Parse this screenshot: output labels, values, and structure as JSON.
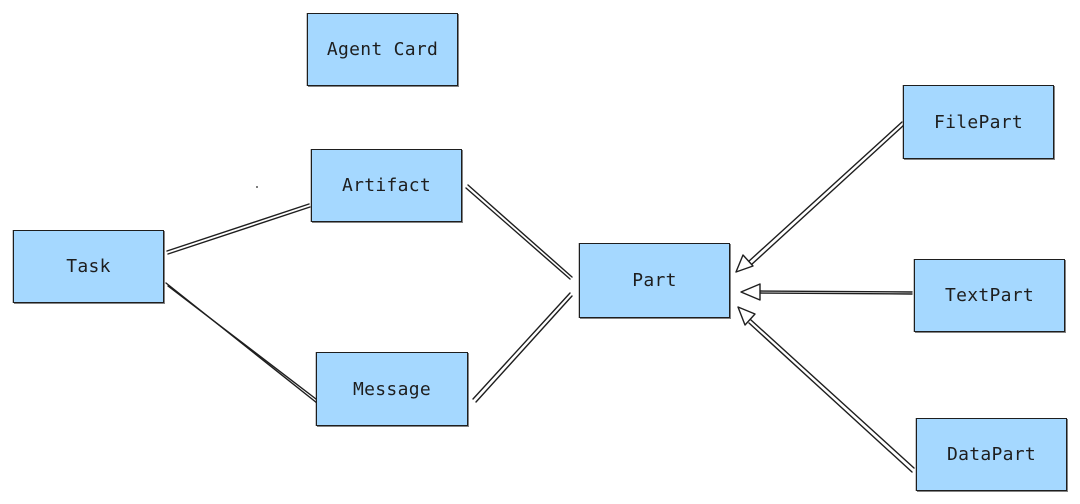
{
  "diagram": {
    "colors": {
      "node_fill": "#a5d8ff",
      "stroke": "#1e1e1e",
      "background": "#ffffff"
    },
    "nodes": {
      "agent_card": "Agent Card",
      "artifact": "Artifact",
      "task": "Task",
      "message": "Message",
      "part": "Part",
      "file_part": "FilePart",
      "text_part": "TextPart",
      "data_part": "DataPart"
    },
    "edges": [
      {
        "from": "Task",
        "to": "Artifact",
        "kind": "association"
      },
      {
        "from": "Task",
        "to": "Message",
        "kind": "association"
      },
      {
        "from": "Artifact",
        "to": "Part",
        "kind": "association"
      },
      {
        "from": "Message",
        "to": "Part",
        "kind": "association"
      },
      {
        "from": "FilePart",
        "to": "Part",
        "kind": "inheritance"
      },
      {
        "from": "TextPart",
        "to": "Part",
        "kind": "inheritance"
      },
      {
        "from": "DataPart",
        "to": "Part",
        "kind": "inheritance"
      }
    ]
  }
}
